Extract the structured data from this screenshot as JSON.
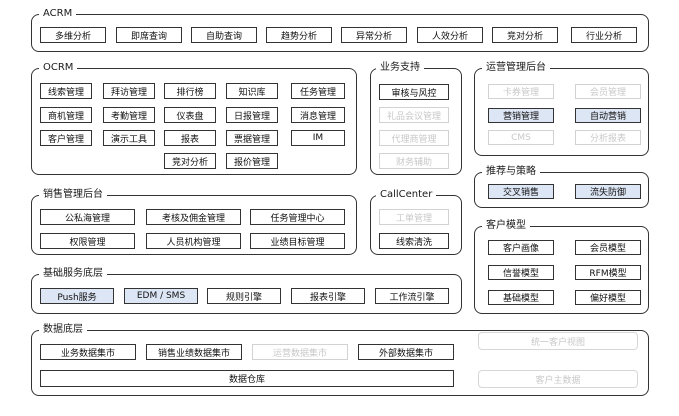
{
  "acrm": {
    "title": "ACRM",
    "items": [
      "多维分析",
      "即席查询",
      "自助查询",
      "趋势分析",
      "异常分析",
      "人效分析",
      "竞对分析",
      "行业分析"
    ]
  },
  "ocrm": {
    "title": "OCRM",
    "items": [
      "线索管理",
      "拜访管理",
      "排行榜",
      "知识库",
      "任务管理",
      "商机管理",
      "考勤管理",
      "仪表盘",
      "日报管理",
      "消息管理",
      "客户管理",
      "演示工具",
      "报表",
      "票据管理",
      "IM",
      "竞对分析",
      "报价管理"
    ]
  },
  "business_support": {
    "title": "业务支持",
    "items": [
      "审核与风控",
      "礼品会议管理",
      "代理商管理",
      "财务辅助"
    ]
  },
  "ops_admin": {
    "title": "运营管理后台",
    "items": [
      "卡券管理",
      "会员管理",
      "营销管理",
      "自动营销",
      "CMS",
      "分析报表"
    ]
  },
  "recommend": {
    "title": "推荐与策略",
    "items": [
      "交叉销售",
      "流失防御"
    ]
  },
  "sales_admin": {
    "title": "销售管理后台",
    "items": [
      "公私海管理",
      "考核及佣金管理",
      "任务管理中心",
      "权限管理",
      "人员机构管理",
      "业绩目标管理"
    ]
  },
  "callcenter": {
    "title": "CallCenter",
    "items": [
      "工单管理",
      "线索清洗"
    ]
  },
  "customer_model": {
    "title": "客户模型",
    "items": [
      "客户画像",
      "会员模型",
      "信誉模型",
      "RFM模型",
      "基础模型",
      "偏好模型"
    ]
  },
  "base_service": {
    "title": "基础服务底层",
    "items": [
      "Push服务",
      "EDM / SMS",
      "规则引擎",
      "报表引擎",
      "工作流引擎"
    ]
  },
  "data_layer": {
    "title": "数据底层",
    "items": [
      "业务数据集市",
      "销售业绩数据集市",
      "运营数据集市",
      "外部数据集市",
      "数据仓库"
    ],
    "ghost": [
      "统一客户视图",
      "客户主数据"
    ]
  }
}
